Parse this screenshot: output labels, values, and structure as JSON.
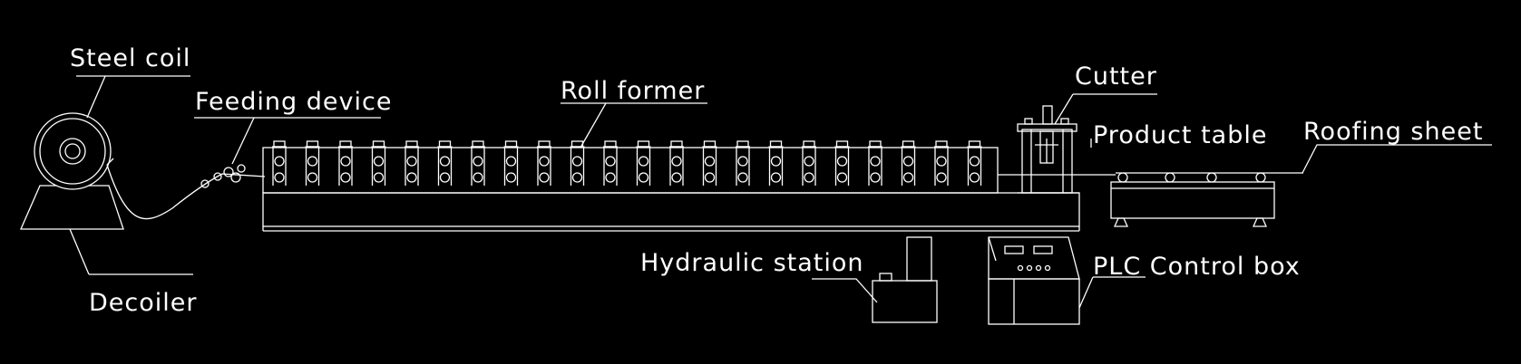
{
  "labels": {
    "steel_coil": "Steel coil",
    "feeding_device": "Feeding device",
    "roll_former": "Roll former",
    "cutter": "Cutter",
    "product_table": "Product table",
    "roofing_sheet": "Roofing sheet",
    "hydraulic_station": "Hydraulic station",
    "plc_control_box": "PLC Control box",
    "decoiler": "Decoiler"
  },
  "colors": {
    "background": "#000000",
    "line": "#ffffff"
  }
}
